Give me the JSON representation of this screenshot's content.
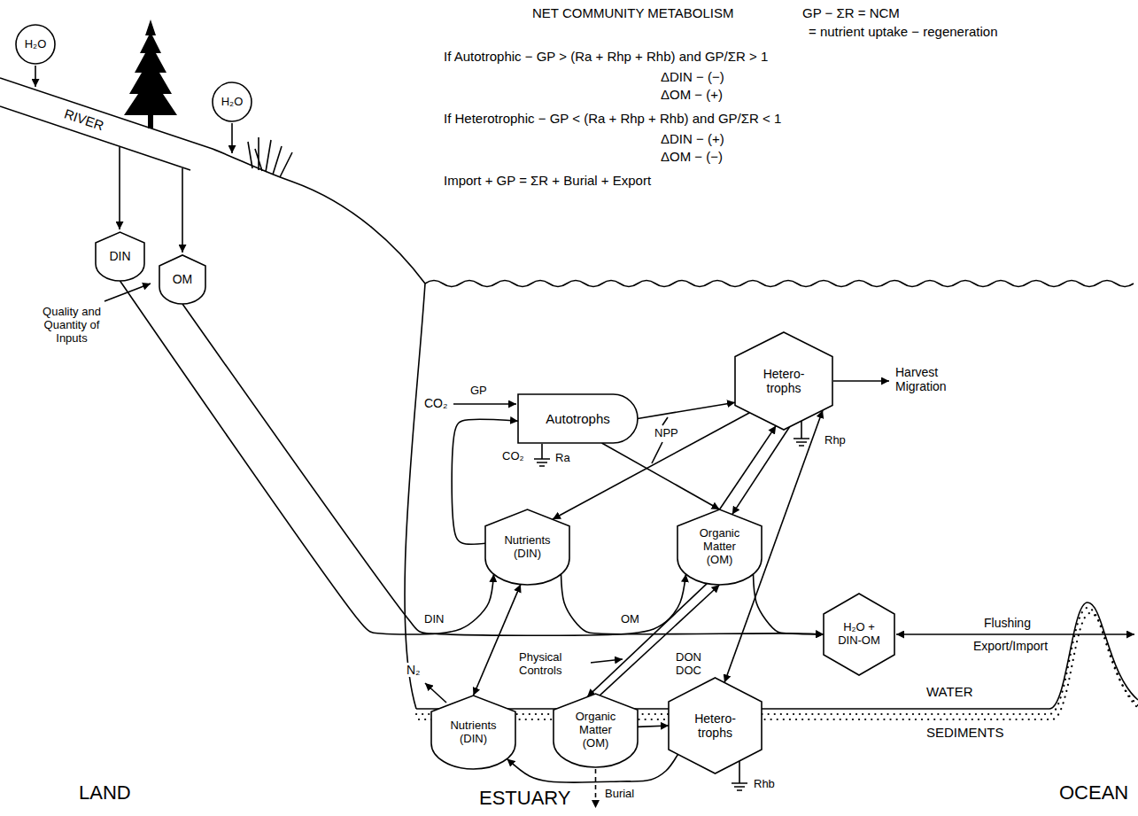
{
  "diagram": {
    "title": "NET COMMUNITY METABOLISM",
    "nodes": [
      {
        "text": [
          "H₂O"
        ]
      },
      {
        "text": [
          "H₂O"
        ]
      },
      {
        "text": [
          "DIN"
        ]
      },
      {
        "text": [
          "OM"
        ]
      },
      {
        "text": [
          "Autotrophs"
        ]
      },
      {
        "text": [
          "Hetero- trophs"
        ]
      },
      {
        "text": [
          "Nutrients (DIN)"
        ]
      },
      {
        "text": [
          "Organic Matter (OM)"
        ]
      },
      {
        "text": [
          "H₂O + DIN-OM"
        ]
      },
      {
        "text": [
          "Nutrients (DIN)"
        ]
      },
      {
        "text": [
          "Organic Matter (OM)"
        ]
      },
      {
        "text": [
          "Hetero- trophs"
        ]
      }
    ],
    "edges": [
      {
        "from": 2,
        "to": 6,
        "arrow": "to",
        "label": "DIN"
      },
      {
        "from": 6,
        "to": 8,
        "arrow": "to"
      },
      {
        "from": 3,
        "to": 7,
        "arrow": "to",
        "label": "OM"
      },
      {
        "from": 7,
        "to": 8,
        "arrow": "to"
      },
      {
        "from": 6,
        "to": 4,
        "arrow": "to"
      },
      {
        "from": 4,
        "to": 5,
        "arrow": "to"
      },
      {
        "from": 4,
        "to": 7,
        "arrow": "to"
      },
      {
        "from": 5,
        "to": 6,
        "arrow": "to"
      },
      {
        "from": 7,
        "to": 5,
        "arrow": "to"
      },
      {
        "from": 5,
        "to": 7,
        "arrow": "to"
      },
      {
        "from": 5,
        "to": 11,
        "arrow": "both"
      },
      {
        "from": 6,
        "to": 9,
        "arrow": "both"
      },
      {
        "from": 7,
        "to": 10,
        "arrow": "to"
      },
      {
        "from": 10,
        "to": 7,
        "arrow": "to"
      },
      {
        "from": 10,
        "to": 11,
        "arrow": "to"
      },
      {
        "from": 11,
        "to": 9,
        "arrow": "to"
      }
    ],
    "labels": [
      "GP − ΣR = NCM",
      "= nutrient uptake − regeneration",
      "If Autotrophic − GP > (Ra + Rhp + Rhb) and GP/ΣR > 1",
      "ΔDIN − (−)",
      "ΔOM − (+)",
      "If Heterotrophic − GP < (Ra + Rhp + Rhb) and GP/ΣR < 1",
      "ΔDIN − (+)",
      "ΔOM − (−)",
      "Import + GP = ΣR + Burial + Export",
      "RIVER",
      "Quality and Quantity of Inputs",
      "CO₂",
      "GP",
      "CO₂",
      "Ra",
      "NPP",
      "Harvest Migration",
      "Rhp",
      "Flushing",
      "Export/Import",
      "Physical Controls",
      "DON DOC",
      "WATER",
      "N₂",
      "SEDIMENTS",
      "Burial",
      "Rhb",
      "LAND",
      "ESTUARY",
      "OCEAN"
    ]
  }
}
